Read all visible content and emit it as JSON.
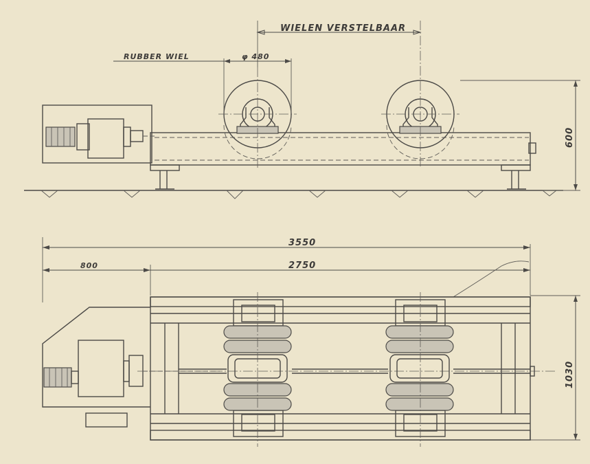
{
  "labels": {
    "wheels_adjustable": "WIELEN VERSTELBAAR",
    "rubber_wheel": "RUBBER WIEL",
    "wheel_diameter": "φ 480",
    "height": "600",
    "overall_length": "3550",
    "motor_offset": "800",
    "frame_length": "2750",
    "frame_width": "1030"
  },
  "colors": {
    "paper": "#ede5cc",
    "ink": "#4c4a47"
  }
}
